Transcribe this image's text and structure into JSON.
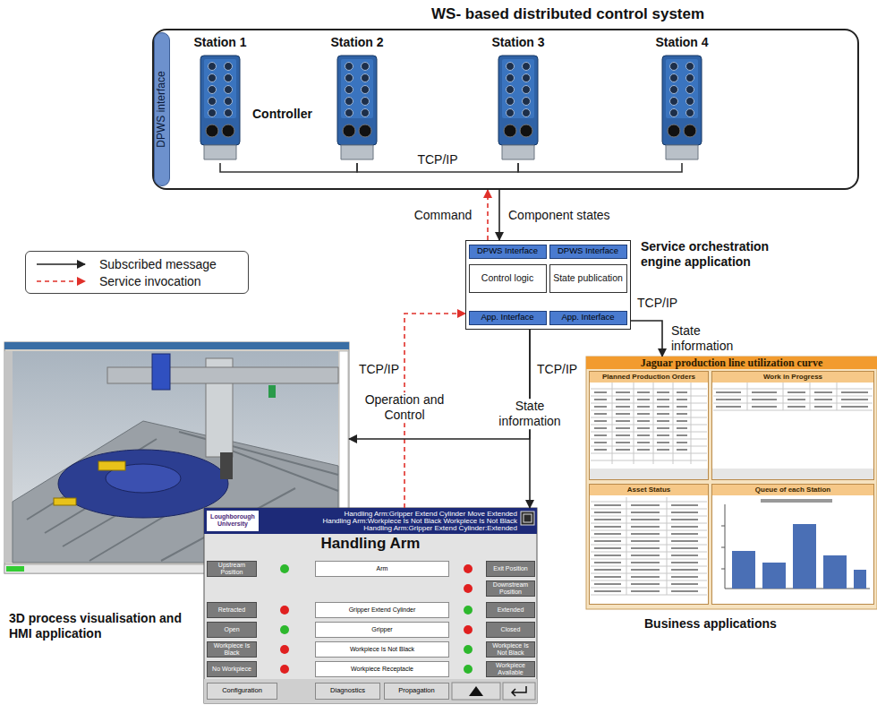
{
  "diagram": {
    "nodes": [
      {
        "text": [
          "WS- based distributed control system"
        ]
      },
      {
        "text": [
          "DPWS interface"
        ],
        "in": 0
      },
      {
        "text": [
          "Station 1"
        ],
        "in": 0
      },
      {
        "text": [
          "Station 2"
        ],
        "in": 0
      },
      {
        "text": [
          "Station 3"
        ],
        "in": 0
      },
      {
        "text": [
          "Station 4"
        ],
        "in": 0
      },
      {
        "text": [
          "Service orchestration engine application"
        ]
      },
      {
        "text": [
          "DPWS Interface"
        ],
        "in": 6
      },
      {
        "text": [
          "Control logic"
        ],
        "in": 6
      },
      {
        "text": [
          "App. Interface"
        ],
        "in": 6
      },
      {
        "text": [
          "DPWS Interface"
        ],
        "in": 6
      },
      {
        "text": [
          "State publication"
        ],
        "in": 6
      },
      {
        "text": [
          "App. Interface"
        ],
        "in": 6
      },
      {
        "text": [
          "3D process visualisation and HMI application"
        ]
      },
      {
        "text": [
          "Handling Arm"
        ]
      },
      {
        "text": [
          "Upstream Position"
        ],
        "in": 14
      },
      {
        "text": [
          "Arm"
        ],
        "in": 14
      },
      {
        "text": [
          "Exit Position"
        ],
        "in": 14
      },
      {
        "text": [
          "Downstream Position"
        ],
        "in": 14
      },
      {
        "text": [
          "Retracted"
        ],
        "in": 14
      },
      {
        "text": [
          "Gripper Extend Cylinder"
        ],
        "in": 14
      },
      {
        "text": [
          "Extended"
        ],
        "in": 14
      },
      {
        "text": [
          "Open"
        ],
        "in": 14
      },
      {
        "text": [
          "Gripper"
        ],
        "in": 14
      },
      {
        "text": [
          "Closed"
        ],
        "in": 14
      },
      {
        "text": [
          "Workpiece Is Black"
        ],
        "in": 14
      },
      {
        "text": [
          "Workpiece Is Not Black"
        ],
        "in": 14
      },
      {
        "text": [
          "Workpiece Is Not Black"
        ],
        "in": 14
      },
      {
        "text": [
          "No Workpiece"
        ],
        "in": 14
      },
      {
        "text": [
          "Workpiece Receptacle"
        ],
        "in": 14
      },
      {
        "text": [
          "Workpiece Available"
        ],
        "in": 14
      },
      {
        "text": [
          "Configuration"
        ],
        "in": 14
      },
      {
        "text": [
          "Diagnostics"
        ],
        "in": 14
      },
      {
        "text": [
          "Propagation"
        ],
        "in": 14
      },
      {
        "text": [
          "Jaguar production line utilization curve",
          "Business applications"
        ]
      },
      {
        "text": [
          "Planned Production Orders"
        ],
        "in": 34
      },
      {
        "text": [
          "Work in Progress"
        ],
        "in": 34
      },
      {
        "text": [
          "Asset Status"
        ],
        "in": 34
      },
      {
        "text": [
          "Queue of each Station"
        ],
        "in": 34
      }
    ],
    "edges": [
      {
        "from": 2,
        "to": 3,
        "arrow": "none"
      },
      {
        "from": 3,
        "to": 4,
        "label": "TCP/IP",
        "arrow": "none"
      },
      {
        "from": 4,
        "to": 5,
        "arrow": "none"
      },
      {
        "from": 6,
        "to": 0,
        "label": "Command",
        "arrow": "to"
      },
      {
        "from": 0,
        "to": 6,
        "label": "Component states",
        "arrow": "to"
      },
      {
        "from": 14,
        "to": 6,
        "label": "Operation and Control",
        "arrow": "to"
      },
      {
        "from": 6,
        "to": 14,
        "label": "State information",
        "arrow": "to"
      },
      {
        "from": 6,
        "to": 13,
        "arrow": "to"
      },
      {
        "from": 6,
        "to": 34,
        "label": "State information",
        "arrow": "to"
      }
    ],
    "labels": [
      "Controller",
      "TCP/IP",
      "TCP/IP",
      "TCP/IP",
      "Loughborough University",
      "Handling Arm:Gripper Extend Cylinder Move Extended",
      "Handling Arm:Workpiece Is Not Black Workpiece Is Not Black",
      "Handling Arm:Gripper Extend Cylinder:Extended"
    ],
    "legend": [
      {
        "text": "Subscribed message"
      },
      {
        "text": "Service invocation"
      }
    ]
  }
}
